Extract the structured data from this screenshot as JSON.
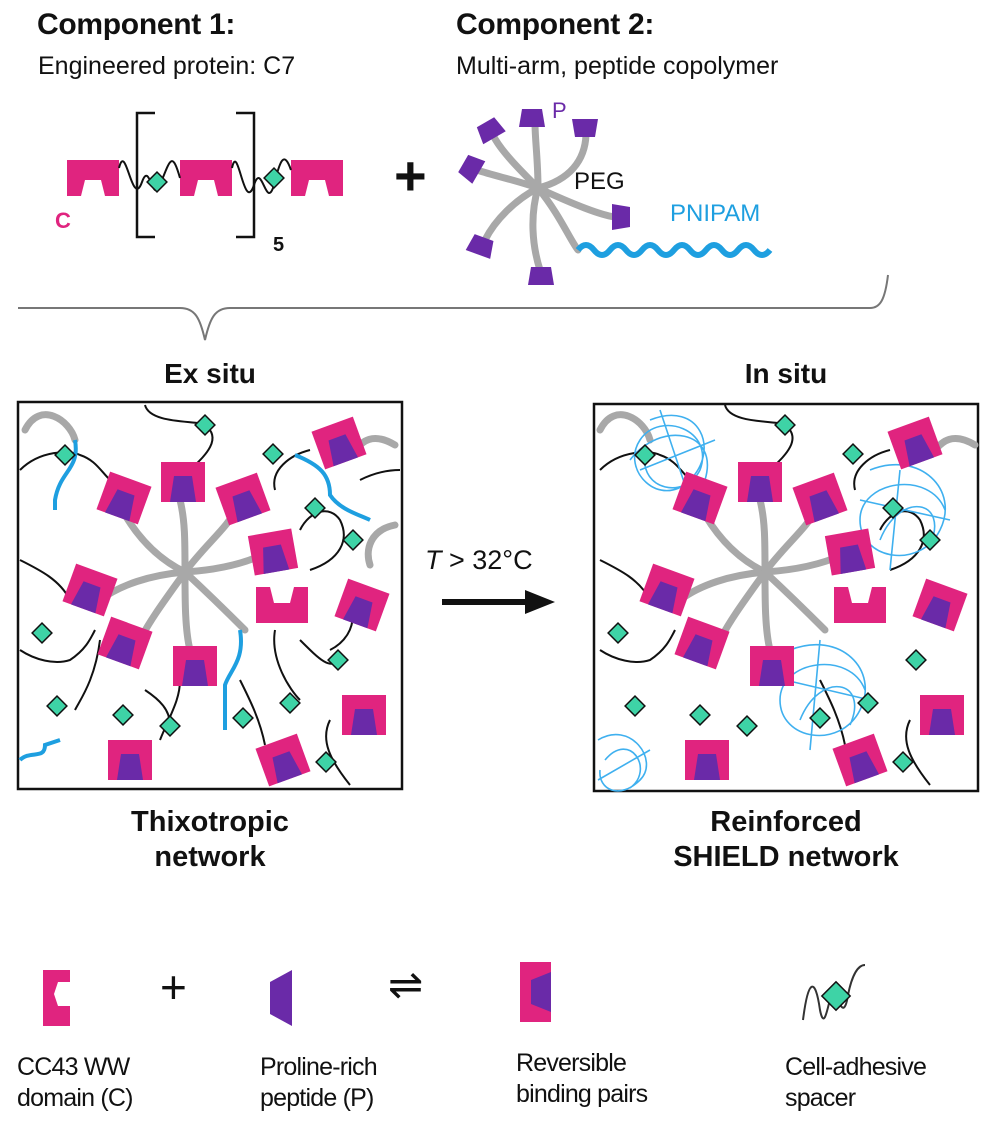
{
  "colors": {
    "ww_domain": "#e0247f",
    "peptide": "#6a2aa8",
    "spacer": "#3ed3a6",
    "peg": "#a8a8a8",
    "pnipam": "#1e9fe0",
    "ink": "#111111"
  },
  "component1": {
    "title": "Component 1:",
    "subtitle": "Engineered protein: C7",
    "domain_label": "C",
    "repeat_subscript": "5"
  },
  "plus_sign": "+",
  "component2": {
    "title": "Component 2:",
    "subtitle": "Multi-arm, peptide copolymer",
    "peptide_label": "P",
    "peg_label": "PEG",
    "pnipam_label": "PNIPAM"
  },
  "ex_situ": {
    "heading": "Ex situ",
    "caption_line1": "Thixotropic",
    "caption_line2": "network"
  },
  "transition": {
    "variable": "T",
    "condition": " > 32°C"
  },
  "in_situ": {
    "heading": "In situ",
    "caption_line1": "Reinforced",
    "caption_line2": "SHIELD network"
  },
  "legend": {
    "plus": "+",
    "equilibrium": "⇌",
    "items": [
      {
        "icon": "ww-domain-icon",
        "line1": "CC43 WW",
        "line2": "domain (C)"
      },
      {
        "icon": "proline-peptide-icon",
        "line1": "Proline-rich",
        "line2": "peptide (P)"
      },
      {
        "icon": "binding-pair-icon",
        "line1": "Reversible",
        "line2": "binding pairs"
      },
      {
        "icon": "cell-adhesive-spacer-icon",
        "line1": "Cell-adhesive",
        "line2": "spacer"
      }
    ]
  }
}
